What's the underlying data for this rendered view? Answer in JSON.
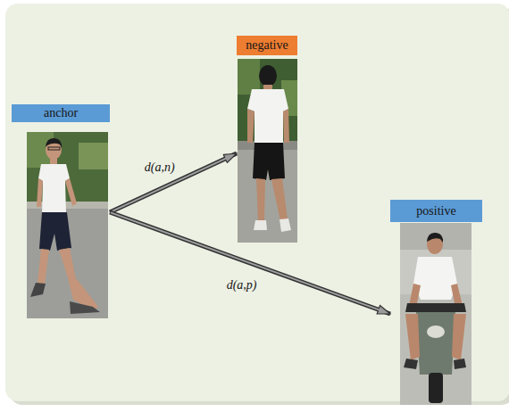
{
  "diagram": {
    "nodes": [
      {
        "text": [
          "anchor"
        ]
      },
      {
        "text": [
          "negative"
        ]
      },
      {
        "text": [
          "positive"
        ]
      }
    ],
    "edges": [
      {
        "from": 0,
        "to": 1,
        "arrow": "to",
        "label": "d(a,n)"
      },
      {
        "from": 0,
        "to": 2,
        "arrow": "to",
        "label": "d(a,p)"
      }
    ]
  }
}
